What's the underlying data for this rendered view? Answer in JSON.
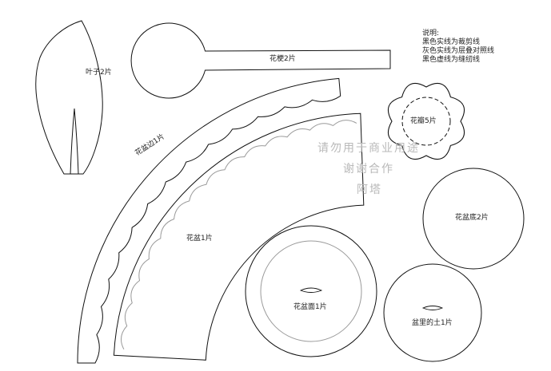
{
  "notes": {
    "heading": "说明:",
    "lines": [
      "黑色实线为裁剪线",
      "灰色实线为层叠对照线",
      "黑色虚线为缝纫线"
    ]
  },
  "pieces": {
    "leaf": "叶子2片",
    "stem": "花梗2片",
    "petal": "花瓣5片",
    "pot_rim": "花盆边1片",
    "pot": "花盆1片",
    "pot_bottom": "花盆底2片",
    "pot_face": "花盆面1片",
    "soil": "盆里的土1片"
  },
  "watermark": {
    "line1": "请勿用于商业用途",
    "line2": "谢谢合作",
    "line3": "阿塔"
  },
  "colors": {
    "cut_line": "#111111",
    "overlap_line": "#9a9a9a",
    "watermark": "#b9b9b9"
  }
}
